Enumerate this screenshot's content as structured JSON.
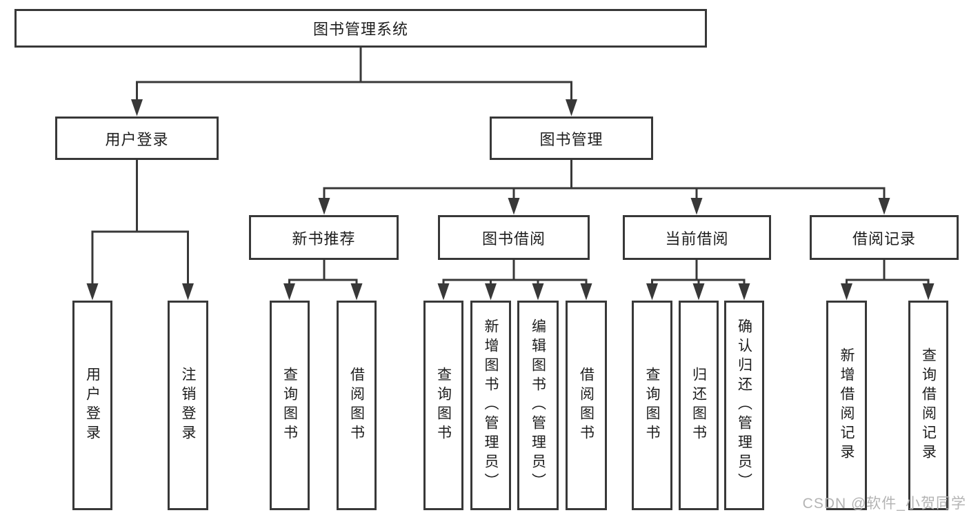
{
  "diagram": {
    "root": {
      "label": "图书管理系统"
    },
    "user_login": {
      "label": "用户登录",
      "children": {
        "login": "用户登录",
        "logout": "注销登录"
      }
    },
    "book_mgmt": {
      "label": "图书管理"
    },
    "new_books": {
      "label": "新书推荐",
      "children": {
        "query": "查询图书",
        "borrow": "借阅图书"
      }
    },
    "borrowing": {
      "label": "图书借阅",
      "children": {
        "query": "查询图书",
        "add": "新增图书（管理员）",
        "edit": "编辑图书（管理员）",
        "borrow": "借阅图书"
      }
    },
    "current": {
      "label": "当前借阅",
      "children": {
        "query": "查询图书",
        "return": "归还图书",
        "confirm": "确认归还（管理员）"
      }
    },
    "records": {
      "label": "借阅记录",
      "children": {
        "add": "新增借阅记录",
        "query": "查询借阅记录"
      }
    }
  },
  "watermark": {
    "text": "CSDN @软件_小贺同学",
    "color": "#b4b4b4"
  },
  "colors": {
    "line": "#383838",
    "text": "#1d1d1d",
    "background": "#ffffff"
  }
}
